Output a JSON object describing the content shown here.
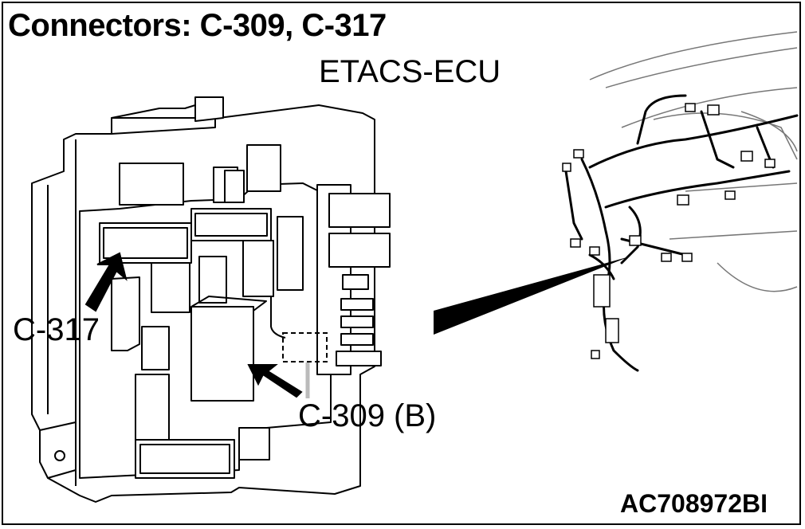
{
  "title": "Connectors: C-309, C-317",
  "component_label": "ETACS-ECU",
  "callouts": {
    "c317": "C-317",
    "c309": "C-309 (B)"
  },
  "figure_id": "AC708972BI"
}
